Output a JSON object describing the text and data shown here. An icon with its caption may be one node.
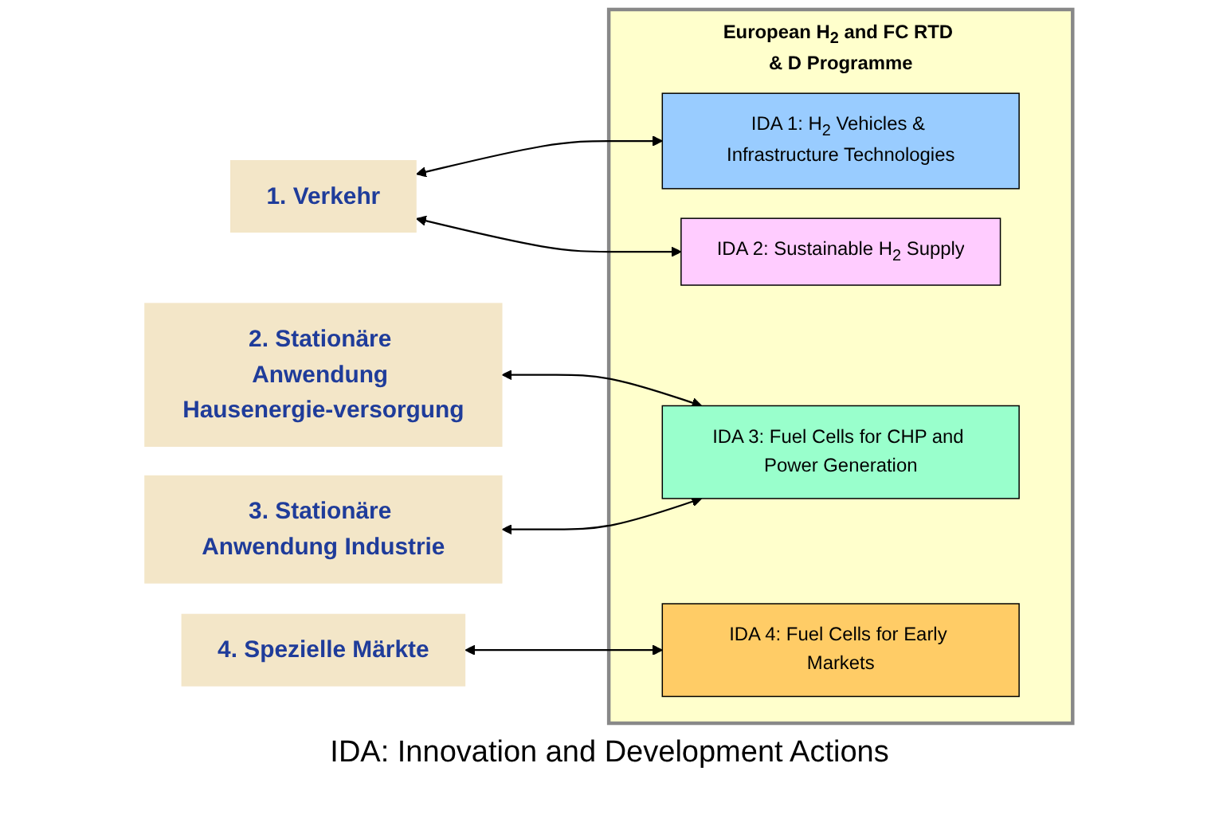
{
  "diagram": {
    "caption": "IDA: Innovation and Development Actions",
    "nodes": [
      {
        "text": [
          "1. Verkehr"
        ]
      },
      {
        "text": [
          "2. Stationäre Anwendung Hausenergie-versorgung"
        ]
      },
      {
        "text": [
          "3. Stationäre Anwendung Industrie"
        ]
      },
      {
        "text": [
          "4. Spezielle Märkte"
        ]
      },
      {
        "text": [
          "European H$_{2}$ and FC RTD & D Programme"
        ]
      },
      {
        "text": [
          "IDA 1: H$_{2}$ Vehicles & Infrastructure Technologies"
        ],
        "in": 4
      },
      {
        "text": [
          "IDA 2: Sustainable H$_{2}$ Supply"
        ],
        "in": 4
      },
      {
        "text": [
          "IDA 3: Fuel Cells for CHP and Power Generation"
        ],
        "in": 4
      },
      {
        "text": [
          "IDA 4: Fuel Cells for Early Markets"
        ],
        "in": 4
      }
    ],
    "edges": [
      {
        "from": 0,
        "to": 5,
        "arrow": "both"
      },
      {
        "from": 0,
        "to": 6,
        "arrow": "both"
      },
      {
        "from": 1,
        "to": 7,
        "arrow": "both"
      },
      {
        "from": 2,
        "to": 7,
        "arrow": "both"
      },
      {
        "from": 3,
        "to": 8,
        "arrow": "both"
      }
    ]
  }
}
